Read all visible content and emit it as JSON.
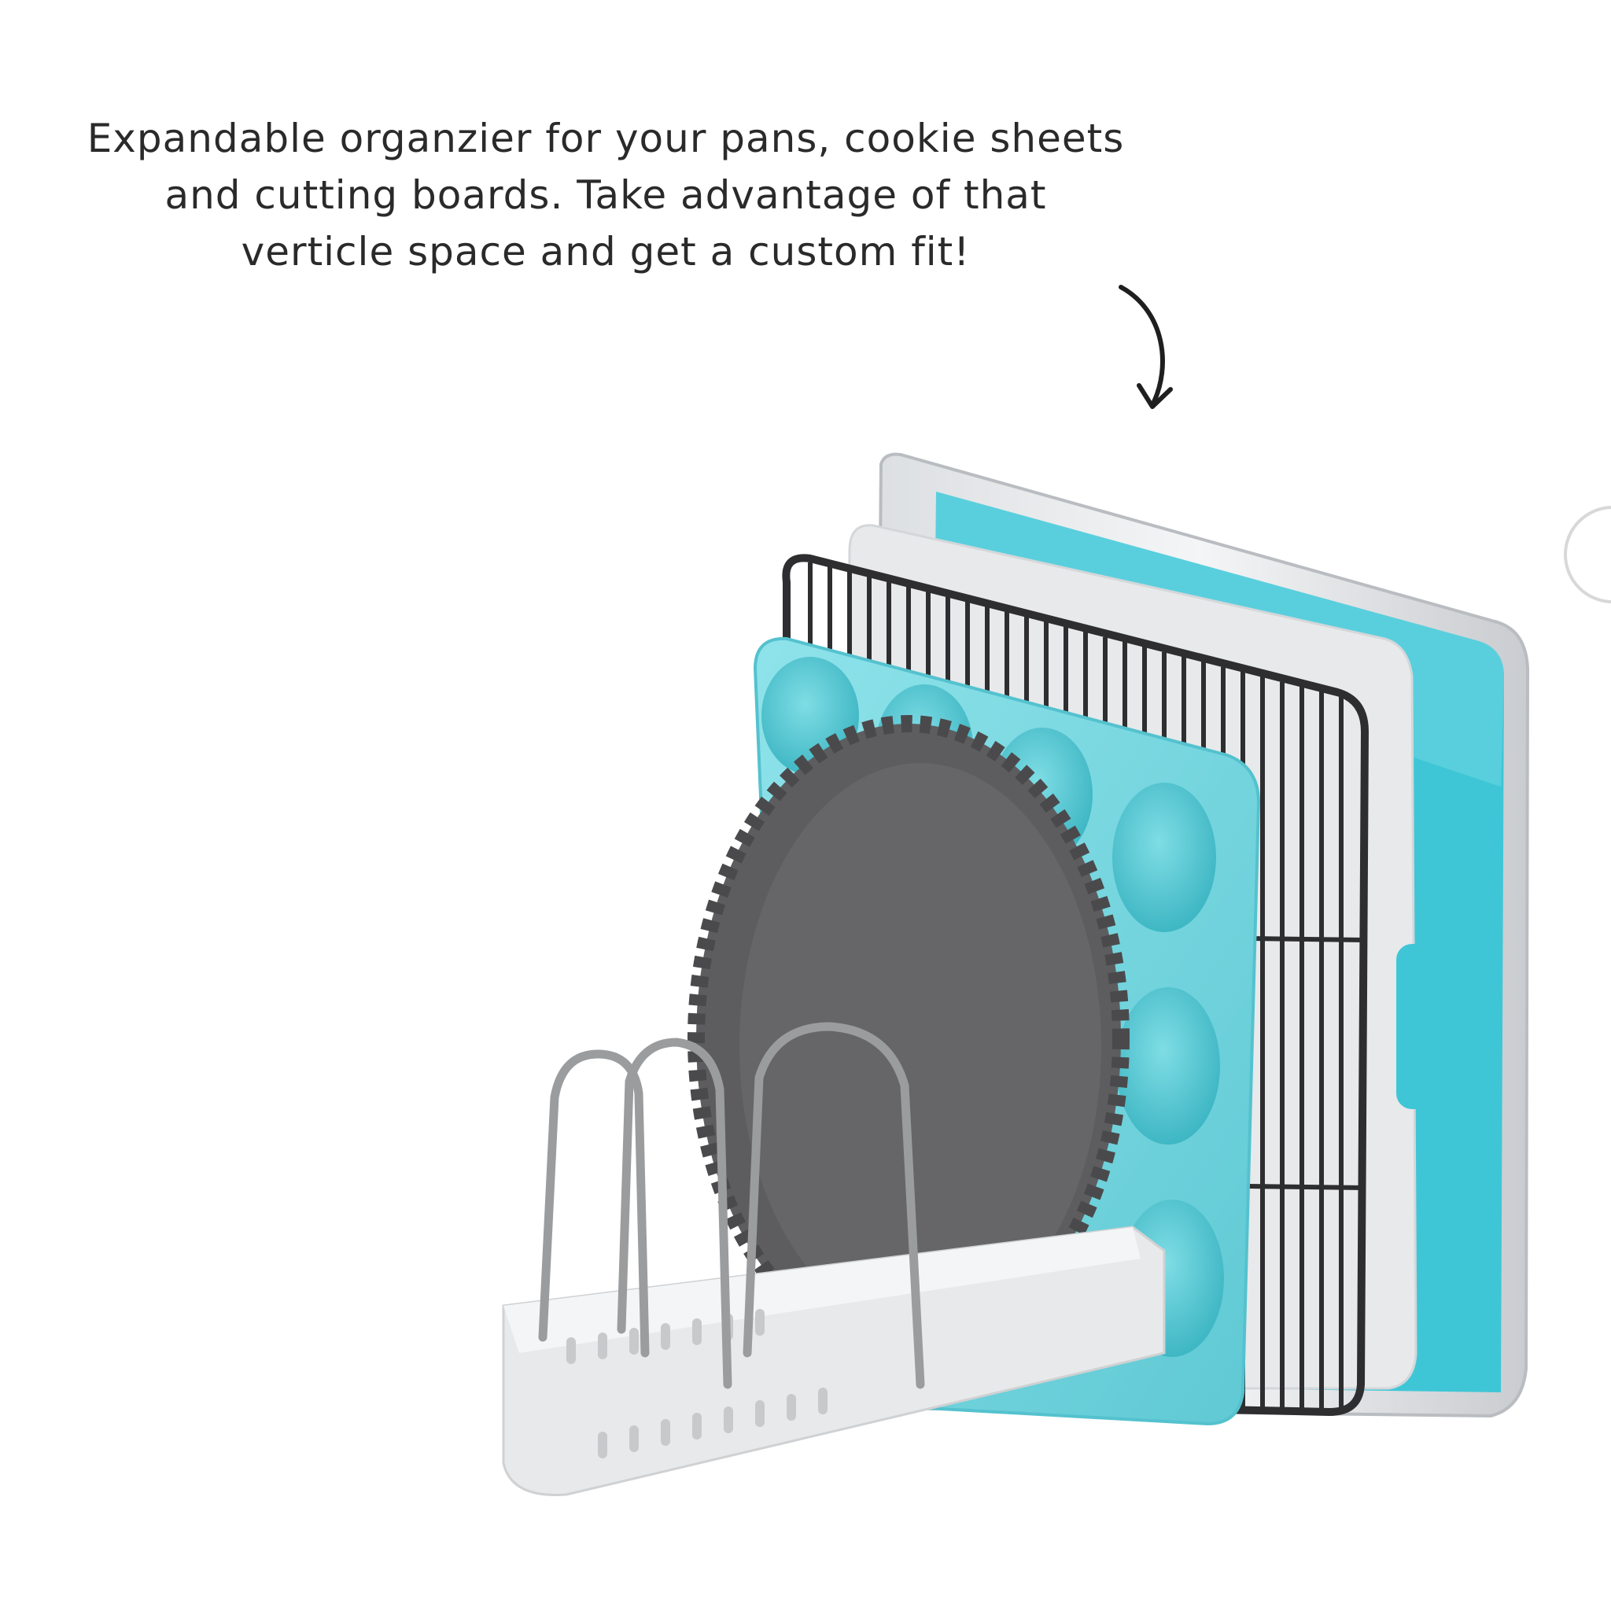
{
  "caption": {
    "lines": [
      "Expandable organzier for your pans, cookie sheets",
      "and cutting boards. Take advantage of that",
      "verticle space and get a custom fit!"
    ]
  },
  "icons": {
    "arrow": "curved-down-arrow-icon",
    "edge": "partial-circle-icon"
  },
  "colors": {
    "text": "#2a2a2a",
    "background": "#ffffff",
    "aqua": "#7fd9e0",
    "cuttingBoard": "#3fc6d6",
    "tartPan": "#5d5d5f",
    "rack": "#2e2e30",
    "organizerBase": "#e8e9ea",
    "dividerWire": "#9a9c9e"
  }
}
